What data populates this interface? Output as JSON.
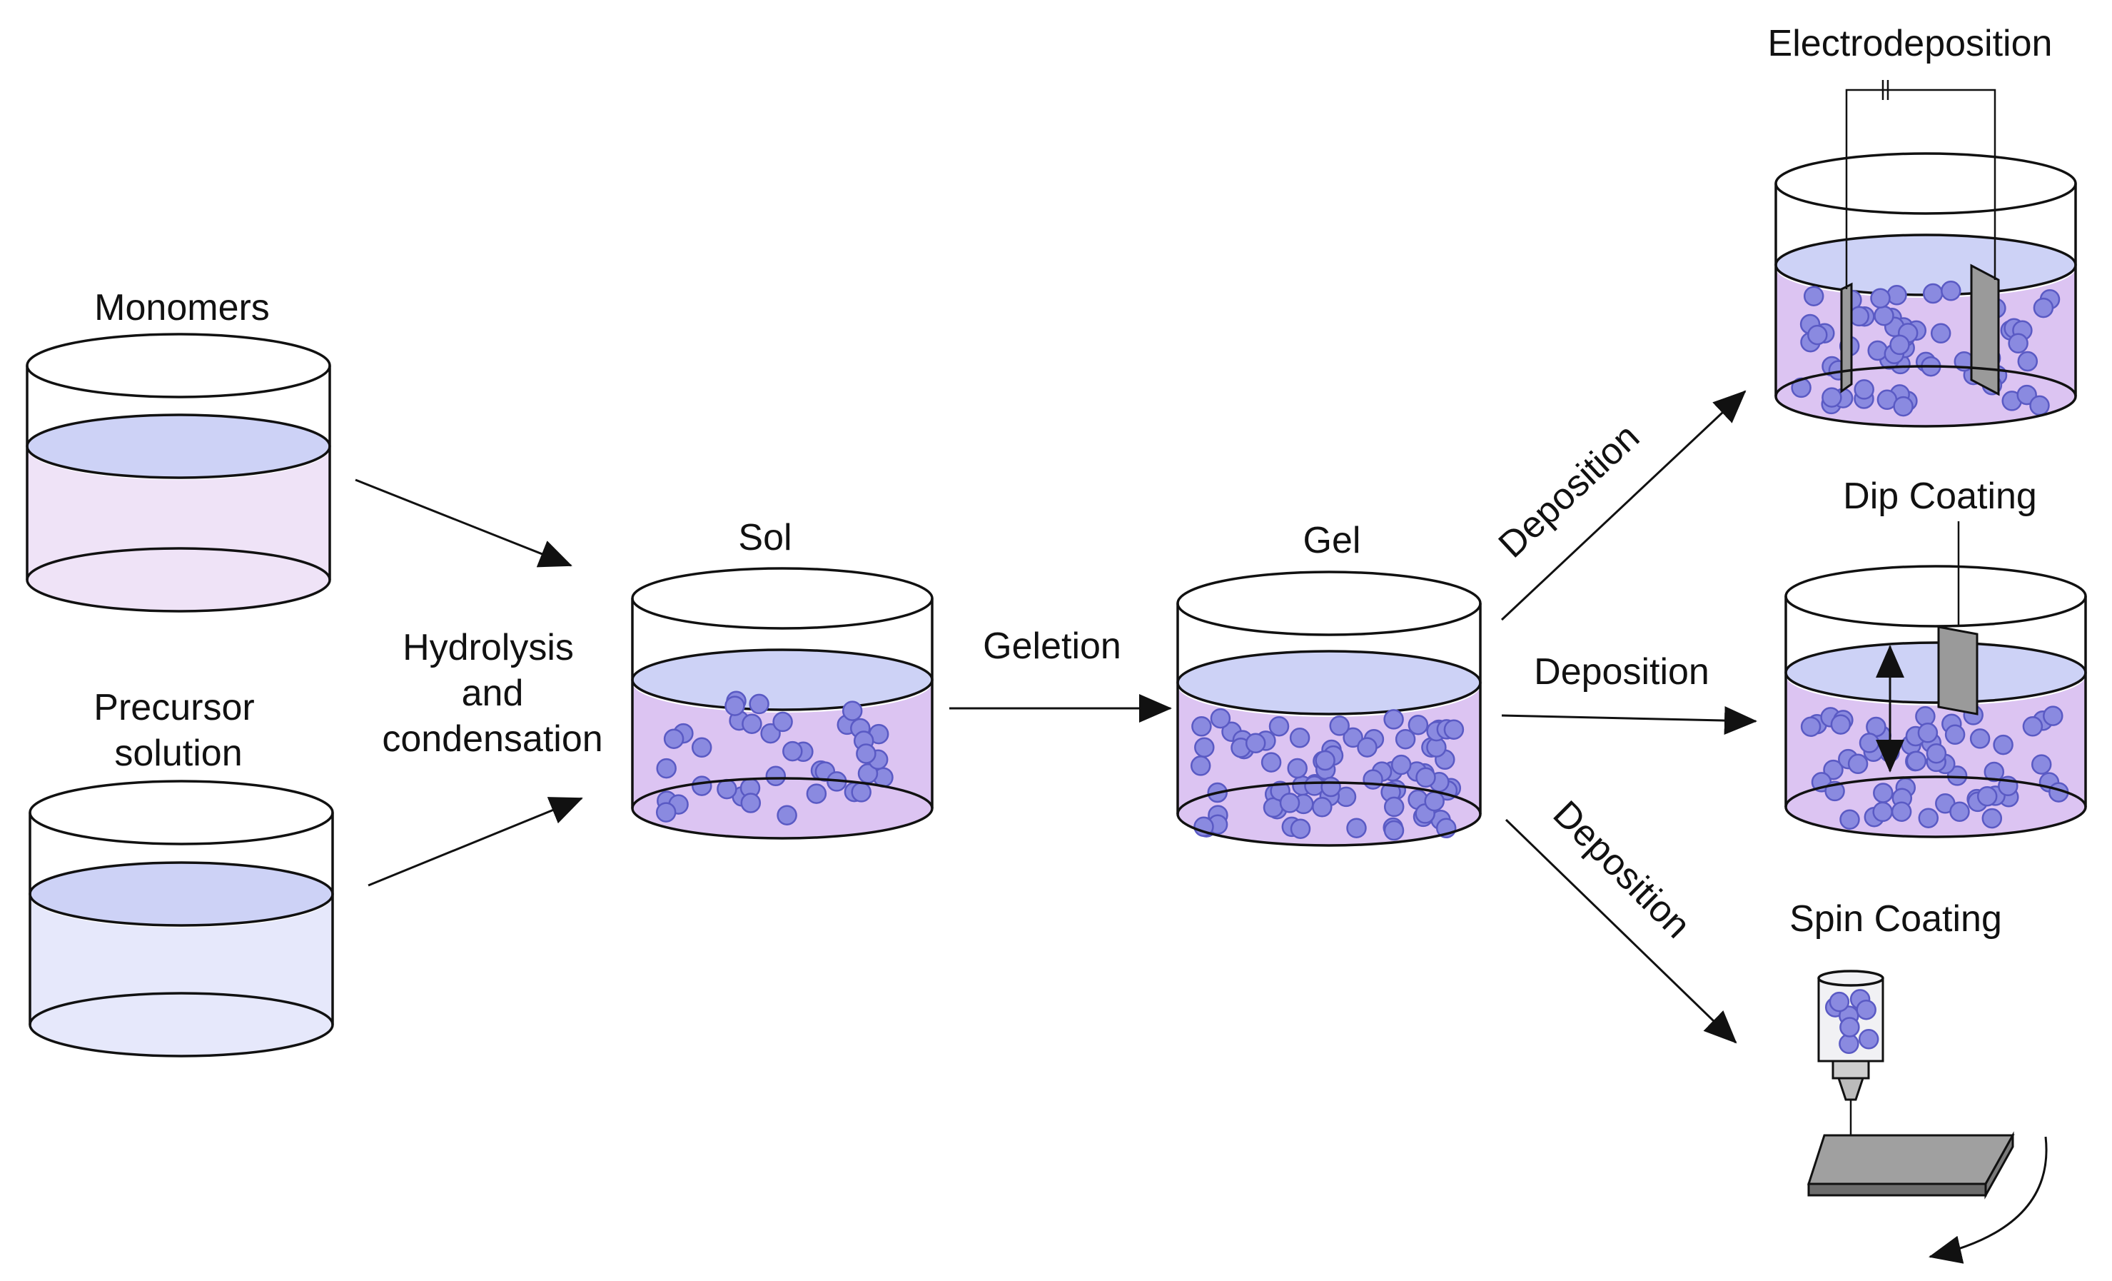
{
  "labels": {
    "monomers": "Monomers",
    "precursor_line1": "Precursor",
    "precursor_line2": "solution",
    "hydrolysis_line1": "Hydrolysis",
    "hydrolysis_line2": "and",
    "hydrolysis_line3": "condensation",
    "sol": "Sol",
    "geletion": "Geletion",
    "gel": "Gel",
    "deposition_up": "Deposition",
    "deposition_mid": "Deposition",
    "deposition_down": "Deposition",
    "electrodeposition": "Electrodeposition",
    "dip_coating": "Dip Coating",
    "spin_coating": "Spin Coating"
  },
  "colors": {
    "monomer_liquid": "#efe3f7",
    "precursor_liquid": "#e6e8fb",
    "sol_gel_liquid": "#dcc4f2",
    "liquid_surface": "#cdd2f6",
    "particle_fill": "#8a8ae0",
    "particle_stroke": "#5a5ac4",
    "electrode": "#9a9a9a"
  }
}
